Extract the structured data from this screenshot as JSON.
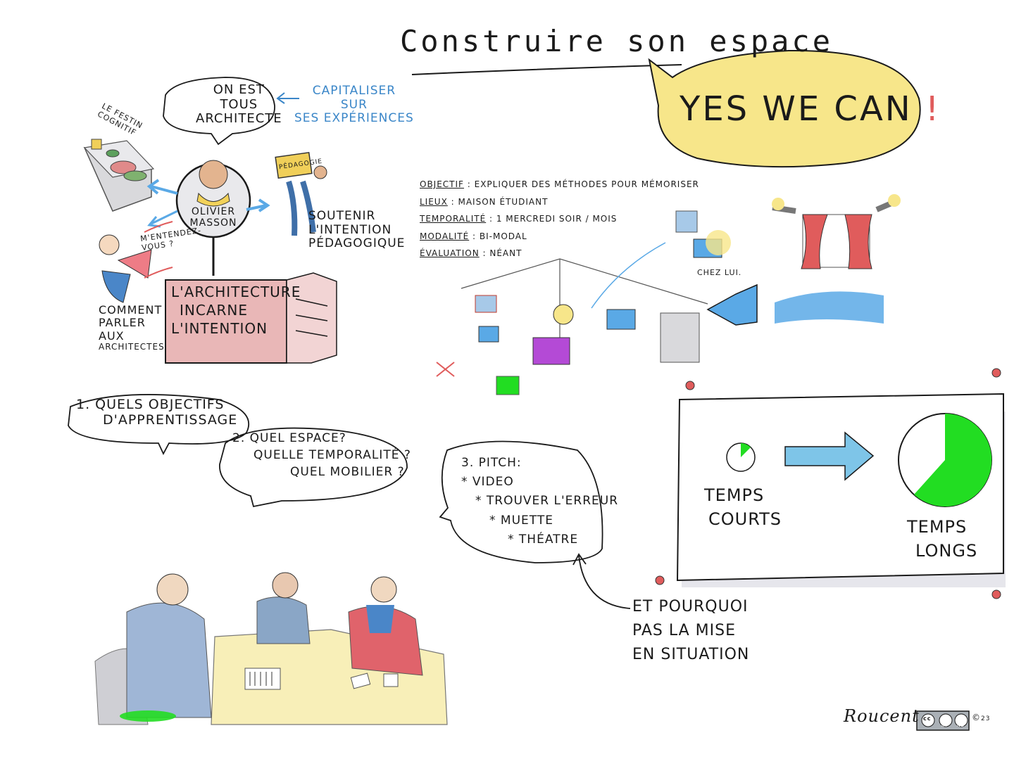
{
  "title": "Construire son espace",
  "yes_bubble": {
    "text": "YES WE CAN",
    "mark": "!"
  },
  "left_panel": {
    "speech": [
      "ON EST",
      "TOUS",
      "ARCHITECTE"
    ],
    "capitaliser": [
      "CAPITALISER",
      "SUR",
      "SES EXPÉRIENCES"
    ],
    "festin": [
      "LE FESTIN",
      "COGNITIF"
    ],
    "pedagogie_box": "PÉDAGOGIE",
    "person_name": [
      "OLIVIER",
      "MASSON"
    ],
    "soutenir": [
      "SOUTENIR",
      "L'INTENTION",
      "PÉDAGOGIQUE"
    ],
    "entendez": [
      "M'ENTENDEZ-",
      "VOUS ?"
    ],
    "comment": [
      "COMMENT",
      "PARLER",
      "AUX",
      "ARCHITECTES"
    ],
    "architecture": [
      "L'ARCHITECTURE",
      "INCARNE",
      "L'INTENTION"
    ]
  },
  "info": [
    {
      "label": "OBJECTIF",
      "value": "EXPLIQUER DES MÉTHODES POUR MÉMORISER"
    },
    {
      "label": "LIEUX",
      "value": "MAISON ÉTUDIANT"
    },
    {
      "label": "TEMPORALITÉ",
      "value": "1 MERCREDI SOIR / MOIS"
    },
    {
      "label": "MODALITÉ",
      "value": "BI-MODAL"
    },
    {
      "label": "ÉVALUATION",
      "value": "NÉANT"
    }
  ],
  "chez_lui": "CHEZ LUI.",
  "q1": [
    "1. QUELS OBJECTIFS",
    "D'APPRENTISSAGE"
  ],
  "q2": [
    "2. QUEL ESPACE?",
    "QUELLE TEMPORALITÉ ?",
    "QUEL MOBILIER ?"
  ],
  "q3": [
    "3. PITCH:",
    "* VIDEO",
    "* TROUVER L'ERREUR",
    "* MUETTE",
    "* THÉATRE"
  ],
  "temps": {
    "court": [
      "TEMPS",
      "COURTS"
    ],
    "long": [
      "TEMPS",
      "LONGS"
    ]
  },
  "pourquoi": [
    "ET POURQUOI",
    "PAS LA MISE",
    "EN SITUATION"
  ],
  "signature": "Roucent",
  "license": {
    "cc": "cc",
    "by": "BY",
    "nd": "ND",
    "year": "23"
  },
  "colors": {
    "yellow": "#f7e68a",
    "pink": "#e9b7b7",
    "green": "#22dd22",
    "blue": "#5aa9e6",
    "red": "#e05c5c",
    "purple": "#b44ad6"
  }
}
